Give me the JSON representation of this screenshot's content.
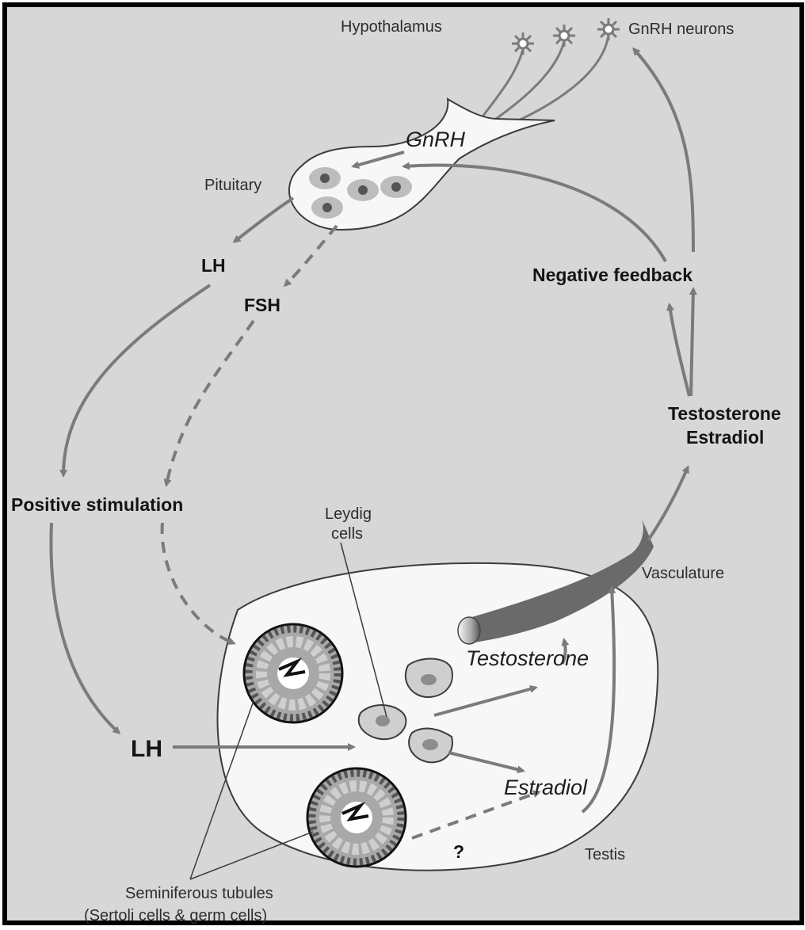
{
  "colors": {
    "background": "#d7d7d7",
    "arrow": "#7b7b7b",
    "vessel": "#6a6a6a",
    "organ_fill": "#f7f7f7",
    "cell_fill": "#cfcfcf",
    "nucleus": "#8d8d8d"
  },
  "labels": {
    "hypothalamus": "Hypothalamus",
    "gnrh_neurons": "GnRH neurons",
    "gnrh": "GnRH",
    "pituitary": "Pituitary",
    "lh_top": "LH",
    "fsh": "FSH",
    "positive_stimulation": "Positive stimulation",
    "negative_feedback": "Negative feedback",
    "testosterone_bold": "Testosterone",
    "estradiol_bold": "Estradiol",
    "leydig_line1": "Leydig",
    "leydig_line2": "cells",
    "vasculature": "Vasculature",
    "testosterone_italic": "Testosterone",
    "estradiol_italic": "Estradiol",
    "lh_bottom": "LH",
    "question": "?",
    "testis": "Testis",
    "seminiferous_line1": "Seminiferous tubules",
    "seminiferous_line2": "(Sertoli cells & germ cells)"
  }
}
